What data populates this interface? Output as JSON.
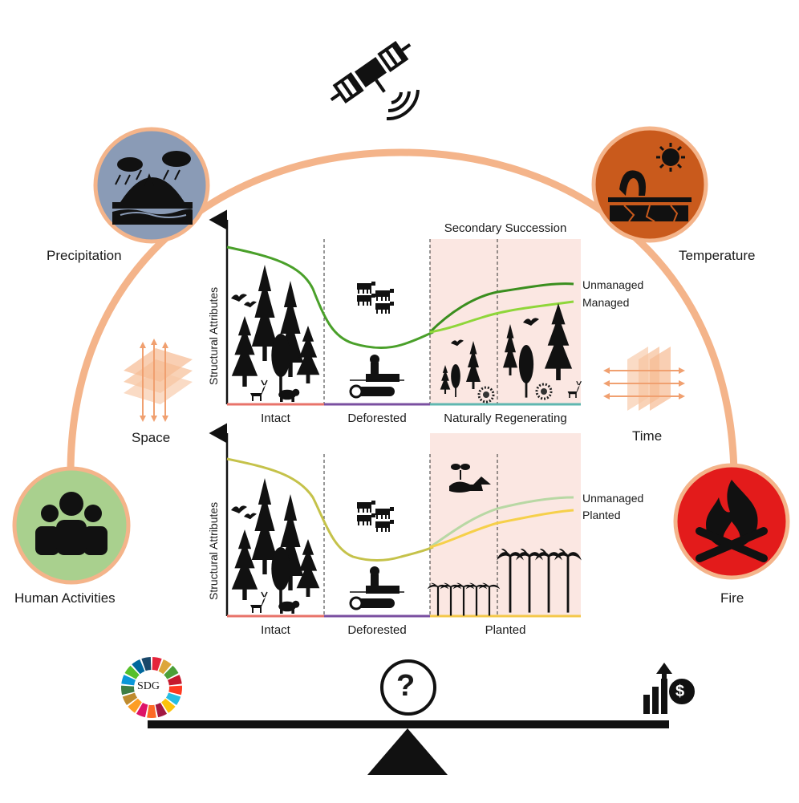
{
  "arc_color": "#f4b48a",
  "drivers": {
    "precipitation": {
      "label": "Precipitation",
      "bg": "#8a9bb6",
      "icon": "rain-cloud-landscape-icon"
    },
    "temperature": {
      "label": "Temperature",
      "bg": "#c95a1c",
      "icon": "sun-drought-icon"
    },
    "human": {
      "label": "Human Activities",
      "bg": "#a9d08e",
      "icon": "people-group-icon"
    },
    "fire": {
      "label": "Fire",
      "bg": "#e31b1b",
      "icon": "campfire-icon"
    }
  },
  "dimensions": {
    "space": "Space",
    "time": "Time"
  },
  "top_panel": {
    "ylabel": "Structural Attributes",
    "header_right": "Secondary Succession",
    "segments": [
      "Intact",
      "Deforested",
      "Naturally Regenerating"
    ],
    "series": [
      {
        "name": "Unmanaged",
        "color": "#3a8e1e"
      },
      {
        "name": "Managed",
        "color": "#8fd63a"
      }
    ]
  },
  "bottom_panel": {
    "ylabel": "Structural Attributes",
    "segments": [
      "Intact",
      "Deforested",
      "Planted"
    ],
    "series": [
      {
        "name": "Unmanaged",
        "color": "#b8d8a4"
      },
      {
        "name": "Planted",
        "color": "#f6d04a"
      }
    ]
  },
  "balance": {
    "left": {
      "text": "SDG",
      "icon": "sdg-wheel-icon"
    },
    "center_icon": "question-mark-icon",
    "right_icon": "economic-growth-icon"
  },
  "colors": {
    "intact": "#e8736a",
    "deforested": "#7a4fa0",
    "regen": "#5fb7b0",
    "planted": "#f4c84a",
    "shade": "#fbe7e2",
    "intact_line": "#4aa02a",
    "intact_line_bottom": "#c5c24a"
  }
}
